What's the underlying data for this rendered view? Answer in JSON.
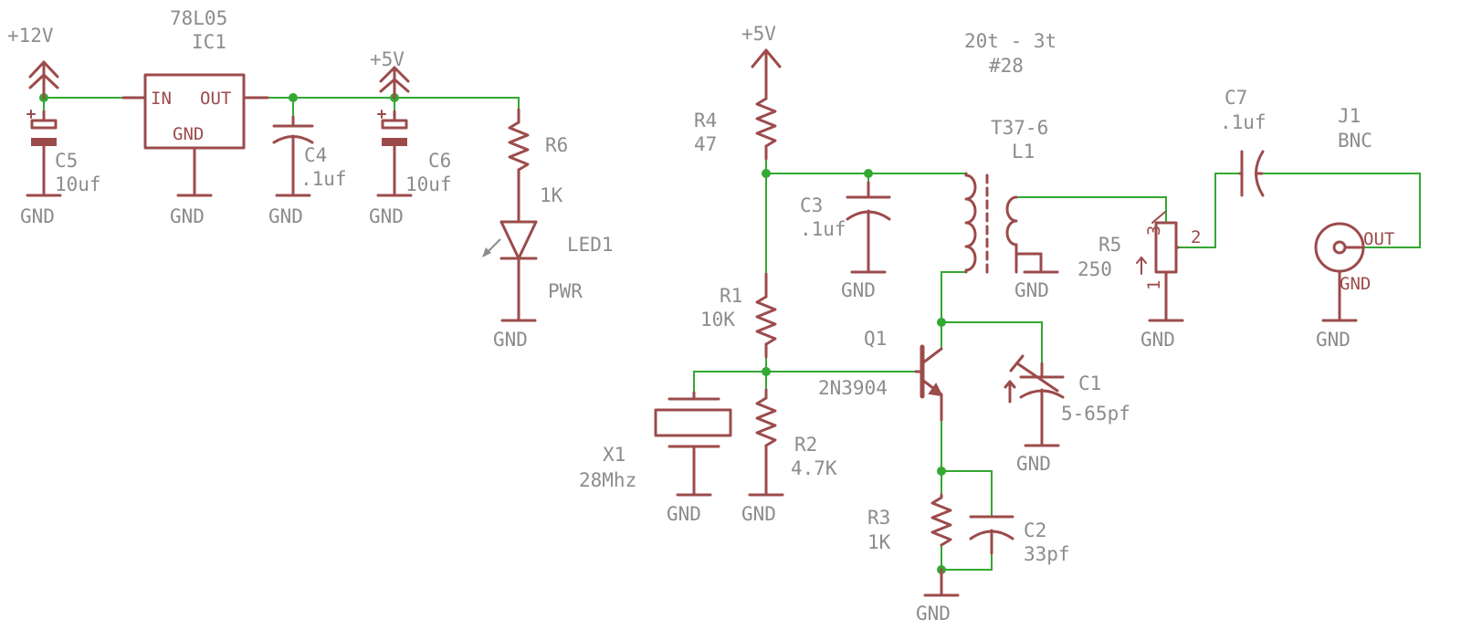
{
  "labels": {
    "ic1_type": "78L05",
    "ic1_name": "IC1",
    "ic1_in": "IN",
    "ic1_out": "OUT",
    "ic1_gnd": "GND",
    "supply_12v": "+12V",
    "supply_5v_reg": "+5V",
    "supply_5v_osc": "+5V",
    "c5_name": "C5",
    "c5_value": "10uf",
    "c4_name": "C4",
    "c4_value": ".1uf",
    "c6_name": "C6",
    "c6_value": "10uf",
    "r6_name": "R6",
    "r6_value": "1K",
    "led1_name": "LED1",
    "led1_value": "PWR",
    "r4_name": "R4",
    "r4_value": "47",
    "r1_name": "R1",
    "r1_value": "10K",
    "r2_name": "R2",
    "r2_value": "4.7K",
    "r3_name": "R3",
    "r3_value": "1K",
    "x1_name": "X1",
    "x1_value": "28Mhz",
    "q1_name": "Q1",
    "q1_value": "2N3904",
    "c3_name": "C3",
    "c3_value": ".1uf",
    "c1_name": "C1",
    "c1_value": "5-65pf",
    "c2_name": "C2",
    "c2_value": "33pf",
    "l1_winding": "20t - 3t",
    "l1_wire": "#28",
    "l1_core": "T37-6",
    "l1_name": "L1",
    "r5_name": "R5",
    "r5_value": "250",
    "r5_pin1": "1",
    "r5_pin2": "2",
    "r5_pin3": "3",
    "c7_name": "C7",
    "c7_value": ".1uf",
    "j1_name": "J1",
    "j1_value": "BNC",
    "j1_out": "OUT",
    "j1_gnd": "GND",
    "gnd": "GND"
  },
  "colors": {
    "wire": "#33a832",
    "part": "#9c4b4b",
    "label": "#8c8c8c",
    "junction": "#33a832"
  }
}
